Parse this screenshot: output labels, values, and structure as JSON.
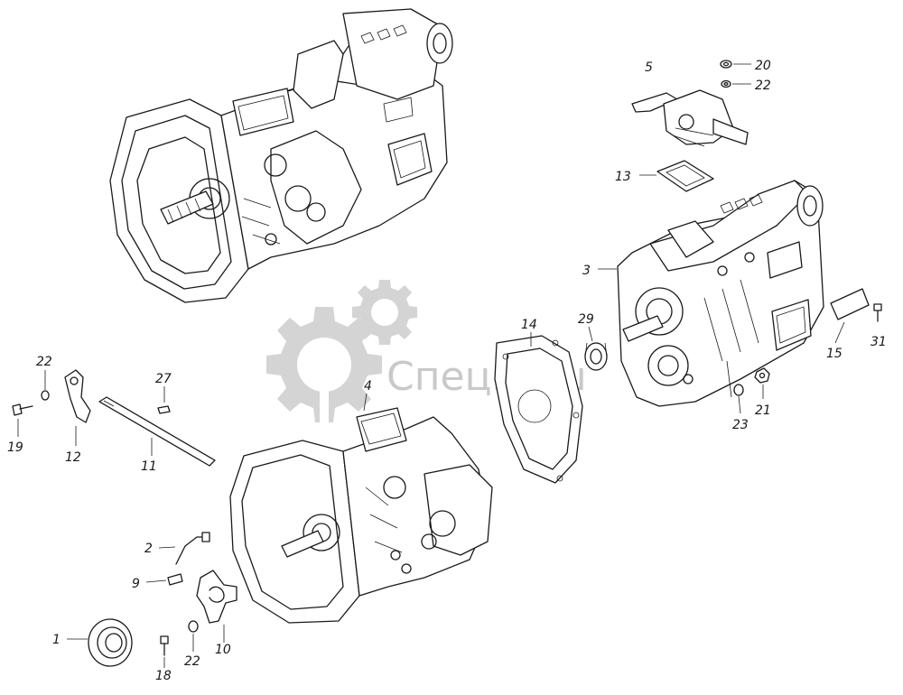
{
  "watermark": {
    "text": "СпецМаш",
    "color": "#c9c9c9"
  },
  "labels": {
    "p1": "1",
    "p2": "2",
    "p3": "3",
    "p4": "4",
    "p5": "5",
    "p9": "9",
    "p10": "10",
    "p11": "11",
    "p12": "12",
    "p13": "13",
    "p14": "14",
    "p15": "15",
    "p18": "18",
    "p19": "19",
    "p20": "20",
    "p21": "21",
    "p22a": "22",
    "p22b": "22",
    "p22c": "22",
    "p23": "23",
    "p27": "27",
    "p29": "29",
    "p31": "31"
  }
}
